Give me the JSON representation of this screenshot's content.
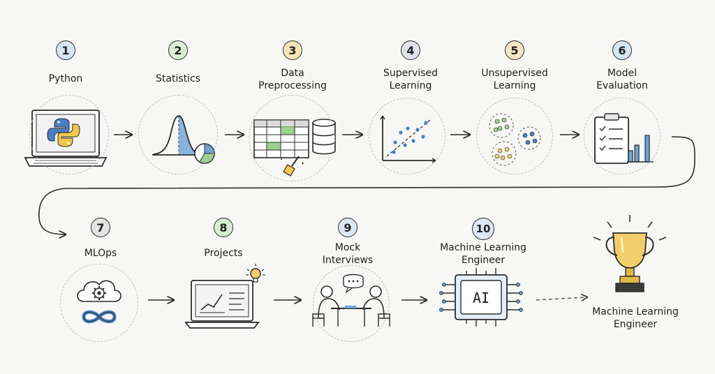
{
  "steps": [
    {
      "number": "1",
      "label_lines": [
        "Python"
      ],
      "num_color": "#d7e6f4",
      "icon": "python-laptop-icon"
    },
    {
      "number": "2",
      "label_lines": [
        "Statistics"
      ],
      "num_color": "#dbeed4",
      "icon": "bell-curve-icon"
    },
    {
      "number": "3",
      "label_lines": [
        "Data",
        "Preprocessing"
      ],
      "num_color": "#f6e7b8",
      "icon": "data-table-icon"
    },
    {
      "number": "4",
      "label_lines": [
        "Supervised",
        "Learning"
      ],
      "num_color": "#dfe2ec",
      "icon": "scatter-plot-icon"
    },
    {
      "number": "5",
      "label_lines": [
        "Unsupervised",
        "Learning"
      ],
      "num_color": "#f5e6c4",
      "icon": "clusters-icon"
    },
    {
      "number": "6",
      "label_lines": [
        "Model",
        "Evaluation"
      ],
      "num_color": "#d4e6f2",
      "icon": "clipboard-chart-icon"
    },
    {
      "number": "7",
      "label_lines": [
        "MLOps"
      ],
      "num_color": "#e4e4e4",
      "icon": "cloud-gear-icon"
    },
    {
      "number": "8",
      "label_lines": [
        "Projects"
      ],
      "num_color": "#d7ecd1",
      "icon": "laptop-chart-icon"
    },
    {
      "number": "9",
      "label_lines": [
        "Mock",
        "Interviews"
      ],
      "num_color": "#dde6f3",
      "icon": "interview-icon"
    },
    {
      "number": "10",
      "label_lines": [
        "Machine Learning",
        "Engineer"
      ],
      "num_color": "#dde6f3",
      "icon": "ai-chip-icon"
    }
  ],
  "goal": {
    "label_lines": [
      "Machine Learning",
      "Engineer"
    ],
    "icon": "trophy-icon"
  },
  "colors": {
    "ink": "#2b2b2b",
    "python_blue": "#4a7fc1",
    "python_yellow": "#f2c84b",
    "accent_blue": "#6fa3d6",
    "accent_green": "#9fd08f",
    "accent_yellow": "#f2cf6b"
  }
}
